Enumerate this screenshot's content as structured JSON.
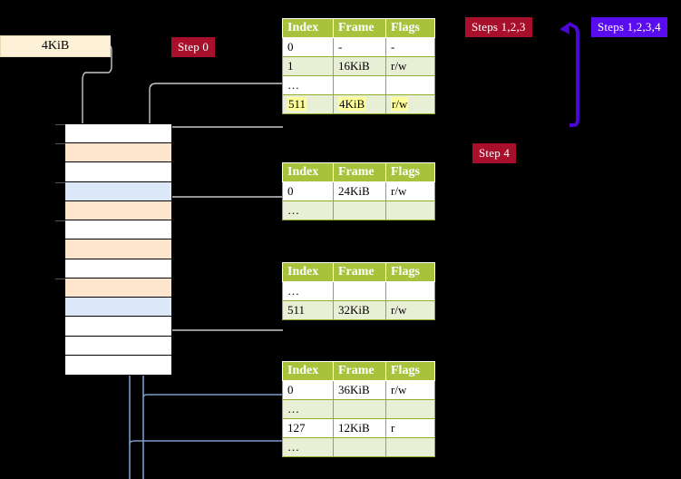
{
  "labels": {
    "kib_box": "4KiB",
    "step0": "Step 0",
    "steps123": "Steps 1,2,3",
    "steps1234": "Steps 1,2,3,4",
    "step4": "Step 4"
  },
  "colors": {
    "badge_red": "#a80f2a",
    "badge_blue": "#5a0cf0",
    "table_header": "#a8c23c",
    "table_row_alt": "#e8efd4",
    "grid_orange": "#fde4cd",
    "grid_blue": "#dce8f7",
    "kib_box_bg": "#fdf2d7",
    "highlight": "#ffff99",
    "connector_gray": "#b9b9b9",
    "connector_blue": "#7a9cc6"
  },
  "tables": [
    {
      "name": "pml4-table",
      "headers": [
        "Index",
        "Frame",
        "Flags"
      ],
      "rows": [
        {
          "index": "0",
          "frame": "-",
          "flags": "-",
          "style": "white"
        },
        {
          "index": "1",
          "frame": "16KiB",
          "flags": "r/w",
          "style": "green"
        },
        {
          "index": "…",
          "frame": "",
          "flags": "",
          "style": "white"
        },
        {
          "index": "511",
          "frame": "4KiB",
          "flags": "r/w",
          "style": "green",
          "highlight": true
        }
      ]
    },
    {
      "name": "pdp-table",
      "headers": [
        "Index",
        "Frame",
        "Flags"
      ],
      "rows": [
        {
          "index": "0",
          "frame": "24KiB",
          "flags": "r/w",
          "style": "white"
        },
        {
          "index": "…",
          "frame": "",
          "flags": "",
          "style": "green"
        }
      ]
    },
    {
      "name": "pd-table",
      "headers": [
        "Index",
        "Frame",
        "Flags"
      ],
      "rows": [
        {
          "index": "…",
          "frame": "",
          "flags": "",
          "style": "white"
        },
        {
          "index": "511",
          "frame": "32KiB",
          "flags": "r/w",
          "style": "green"
        }
      ]
    },
    {
      "name": "pt-table",
      "headers": [
        "Index",
        "Frame",
        "Flags"
      ],
      "rows": [
        {
          "index": "0",
          "frame": "36KiB",
          "flags": "r/w",
          "style": "white"
        },
        {
          "index": "…",
          "frame": "",
          "flags": "",
          "style": "green"
        },
        {
          "index": "127",
          "frame": "12KiB",
          "flags": "r",
          "style": "white"
        },
        {
          "index": "…",
          "frame": "",
          "flags": "",
          "style": "green"
        }
      ]
    }
  ],
  "memory_grid": {
    "name": "physical-memory-grid",
    "row_count": 13,
    "rows": [
      {
        "fill": "white",
        "tick": true
      },
      {
        "fill": "orange",
        "tick": true
      },
      {
        "fill": "white",
        "tick": false
      },
      {
        "fill": "blue",
        "tick": true
      },
      {
        "fill": "orange",
        "tick": false
      },
      {
        "fill": "white",
        "tick": true
      },
      {
        "fill": "orange",
        "tick": false
      },
      {
        "fill": "white",
        "tick": false
      },
      {
        "fill": "orange",
        "tick": true
      },
      {
        "fill": "blue",
        "tick": false
      },
      {
        "fill": "white",
        "tick": false
      },
      {
        "fill": "white",
        "tick": false
      },
      {
        "fill": "white",
        "tick": false
      }
    ]
  }
}
